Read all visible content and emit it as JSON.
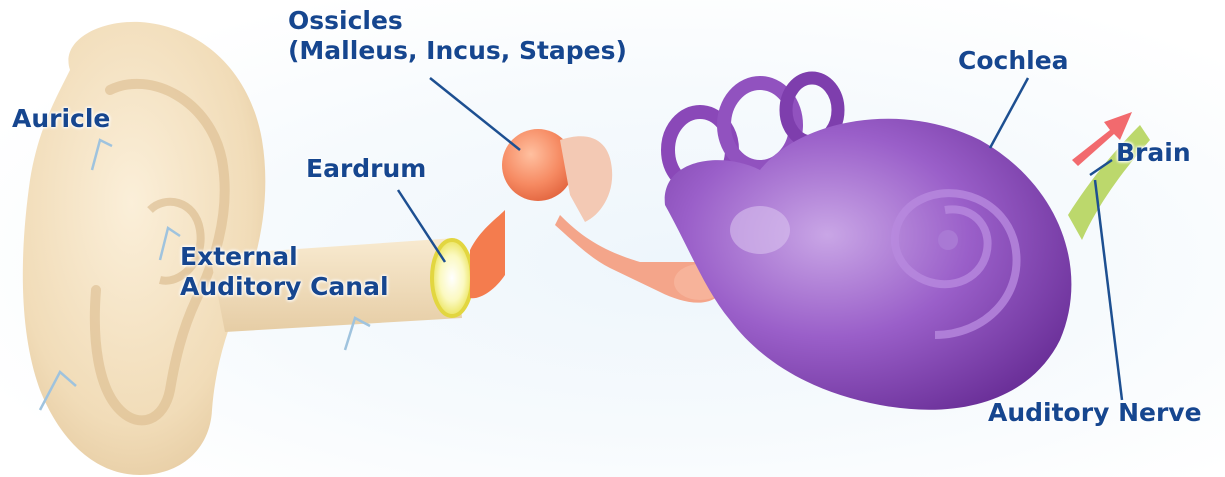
{
  "labels": {
    "ossicles_line1": "Ossicles",
    "ossicles_line2": "(Malleus, Incus, Stapes)",
    "auricle": "Auricle",
    "eardrum": "Eardrum",
    "canal_line1": "External",
    "canal_line2": "Auditory Canal",
    "cochlea": "Cochlea",
    "brain": "Brain",
    "auditory_nerve": "Auditory Nerve"
  },
  "colors": {
    "label_text": "#16468f",
    "leader_line": "#1d4f91",
    "outer_ear": "#f3dfbe",
    "eardrum": "#f4f06a",
    "ossicles": "#f48a60",
    "cochlea": "#8a4bb8",
    "brain_arrow": "#f05a64",
    "nerve": "#b8d86a"
  }
}
